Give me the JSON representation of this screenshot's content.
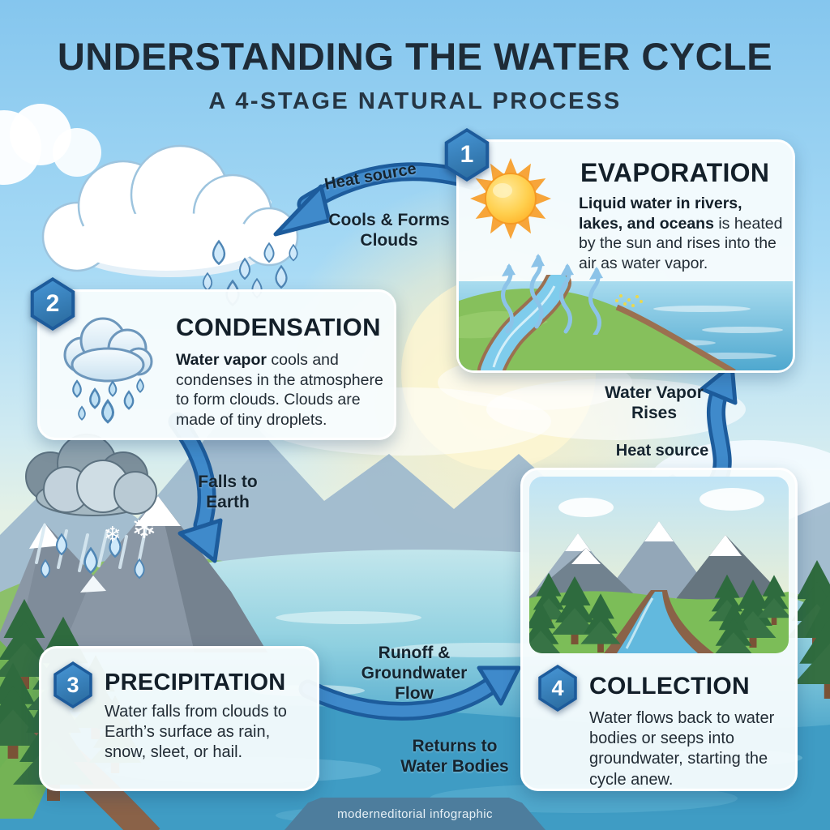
{
  "header": {
    "title": "UNDERSTANDING THE WATER CYCLE",
    "subtitle": "A 4-STAGE NATURAL PROCESS"
  },
  "stages": [
    {
      "number": "1",
      "name": "EVAPORATION",
      "lead": "Liquid water in rivers, lakes, and oceans",
      "body": " is heated by the sun and rises into the air as water vapor."
    },
    {
      "number": "2",
      "name": "CONDENSATION",
      "lead": "Water vapor",
      "body": " cools and condenses in the atmosphere to form clouds. Clouds are made of tiny droplets."
    },
    {
      "number": "3",
      "name": "PRECIPITATION",
      "lead": "",
      "body": "Water falls from clouds to Earth’s surface as rain, snow, sleet, or hail."
    },
    {
      "number": "4",
      "name": "COLLECTION",
      "lead": "",
      "body": "Water flows back to water bodies or seeps into groundwater, starting the cycle anew."
    }
  ],
  "flow_labels": {
    "heat_source_top": "Heat source",
    "cools_and_forms": "Cools & Forms\nClouds",
    "falls_to_earth": "Falls to\nEarth",
    "water_vapor_rises": "Water Vapor\nRises",
    "heat_source_right": "Heat source",
    "runoff": "Runoff &\nGroundwater\nFlow",
    "returns": "Returns to\nWater Bodies"
  },
  "footer": {
    "credit": "moderneditorial infographic"
  },
  "icons": {
    "sun": "sun-icon",
    "rain_cloud": "rain-cloud-icon",
    "storm_cloud": "storm-cloud-icon",
    "snowflake": "snowflake-icon",
    "condensation_cloud": "condensation-cloud-icon",
    "landscape": "landscape-illustration",
    "flow_arrow": "flow-arrow"
  },
  "colors": {
    "accent_blue": "#3f8acb",
    "arrow_outline": "#1d5c9c",
    "badge_blue": "#2e79ba",
    "title_navy": "#1e2b37",
    "card_bg": "#f7fcfd",
    "sky": "#9ed4f0",
    "footer_tab": "#4d7d9d"
  }
}
